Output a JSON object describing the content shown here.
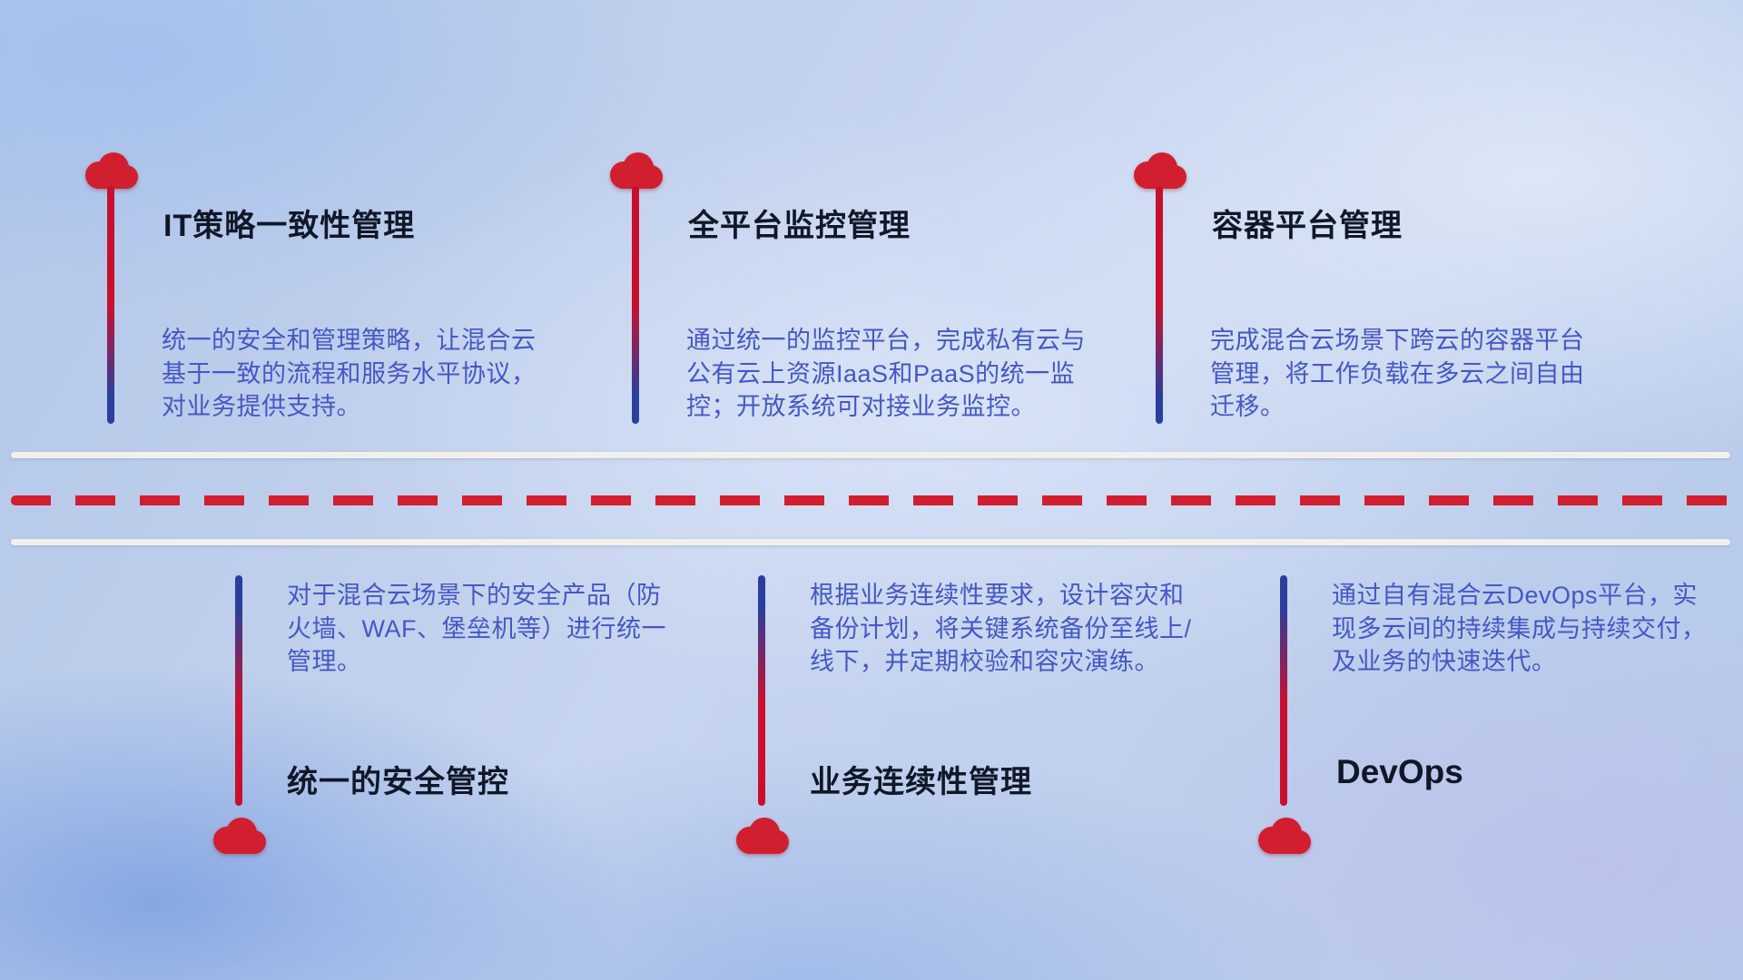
{
  "diagram": {
    "type": "timeline-infographic",
    "colors": {
      "cloud_red": "#d11f2f",
      "stem_red": "#c8102e",
      "stem_blue": "#2b3e9b",
      "title_color": "#101828",
      "desc_color": "#4557c6",
      "divider_color": "#f2f0ea",
      "dash_color": "#d11f2f"
    },
    "top_items": [
      {
        "title": "IT策略一致性管理",
        "description": "统一的安全和管理策略，让混合云基于一致的流程和服务水平协议，对业务提供支持。"
      },
      {
        "title": "全平台监控管理",
        "description": "通过统一的监控平台，完成私有云与公有云上资源IaaS和PaaS的统一监控；开放系统可对接业务监控。"
      },
      {
        "title": "容器平台管理",
        "description": "完成混合云场景下跨云的容器平台管理，将工作负载在多云之间自由迁移。"
      }
    ],
    "bottom_items": [
      {
        "title": "统一的安全管控",
        "description": "对于混合云场景下的安全产品（防火墙、WAF、堡垒机等）进行统一管理。"
      },
      {
        "title": "业务连续性管理",
        "description": "根据业务连续性要求，设计容灾和备份计划，将关键系统备份至线上/线下，并定期校验和容灾演练。"
      },
      {
        "title": "DevOps",
        "description": "通过自有混合云DevOps平台，实现多云间的持续集成与持续交付，及业务的快速迭代。"
      }
    ]
  }
}
